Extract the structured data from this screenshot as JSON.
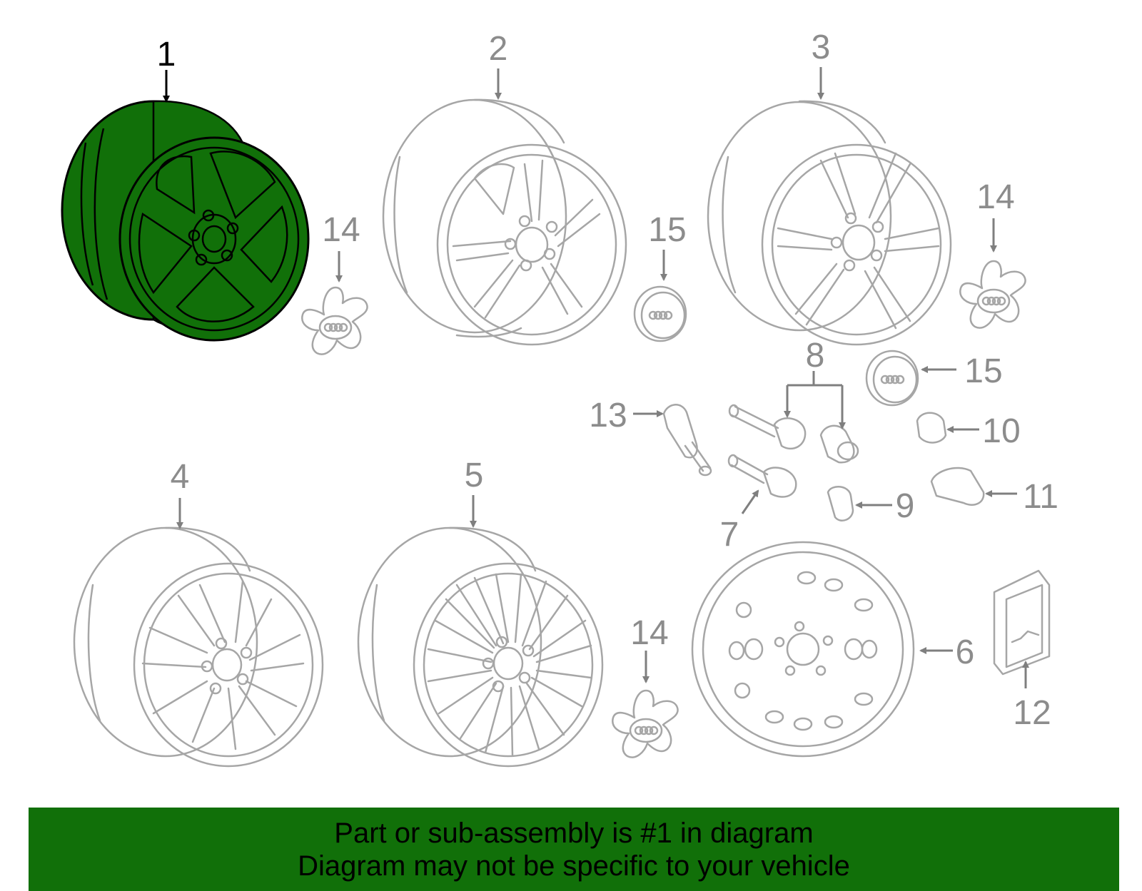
{
  "callouts": {
    "c1": "1",
    "c2": "2",
    "c3": "3",
    "c4": "4",
    "c5": "5",
    "c6": "6",
    "c7": "7",
    "c8": "8",
    "c9": "9",
    "c10": "10",
    "c11": "11",
    "c12": "12",
    "c13": "13",
    "c14a": "14",
    "c14b": "14",
    "c14c": "14",
    "c15a": "15",
    "c15b": "15"
  },
  "highlight": {
    "part": "1",
    "color": "#117009"
  },
  "caption": {
    "line1": "Part or sub-assembly is #1 in diagram",
    "line2": "Diagram may not be specific to your vehicle"
  }
}
